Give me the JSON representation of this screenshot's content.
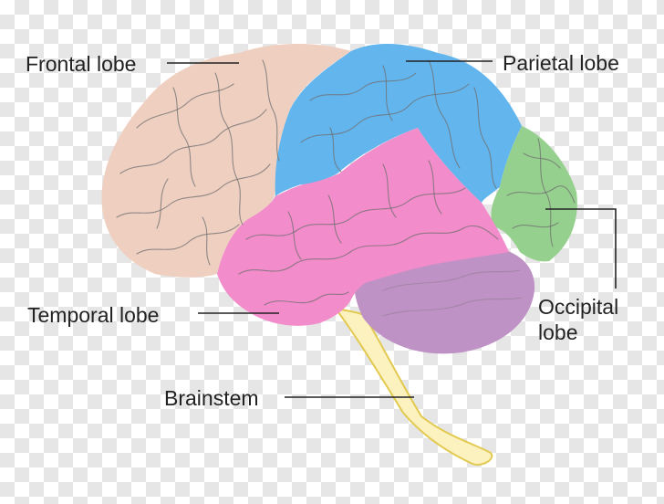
{
  "labels": {
    "frontal": "Frontal lobe",
    "parietal": "Parietal lobe",
    "occipital_line1": "Occipital",
    "occipital_line2": "lobe",
    "temporal": "Temporal lobe",
    "brainstem": "Brainstem"
  },
  "colors": {
    "frontal": "#efcfc0",
    "parietal": "#63b5ee",
    "occipital": "#96d08e",
    "temporal": "#f28ccb",
    "cerebellum": "#bf92c5",
    "brainstem": "#fbf2c0",
    "brainstem_outline": "#e2c94f"
  }
}
